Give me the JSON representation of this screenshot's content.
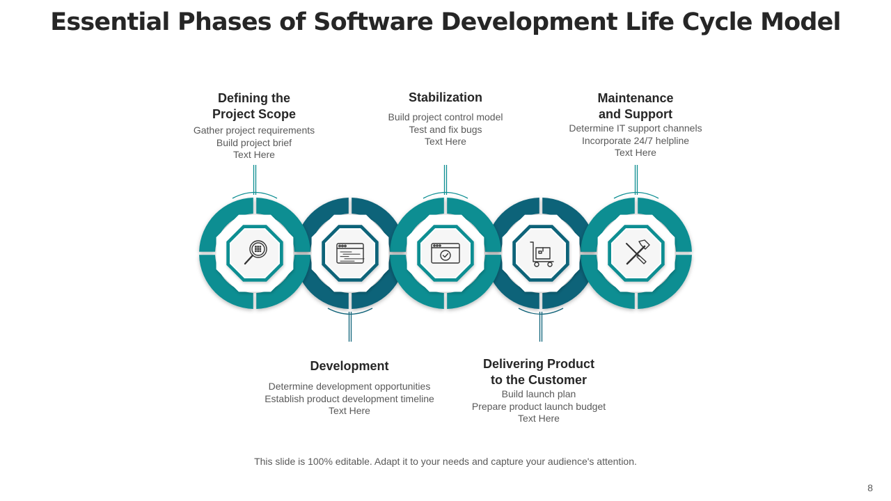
{
  "title": "Essential Phases of Software Development Life Cycle Model",
  "colors": {
    "teal": "#0e8e92",
    "navy": "#0e6379",
    "text_dark": "#262626",
    "text_gray": "#595959"
  },
  "phases": [
    {
      "heading": [
        "Defining the",
        "Project Scope"
      ],
      "lines": [
        "Gather project requirements",
        "Build project brief",
        "Text Here"
      ],
      "icon": "magnifier-icon",
      "position": "top",
      "color": "teal"
    },
    {
      "heading": [
        "Development"
      ],
      "lines": [
        "Determine development opportunities",
        "Establish product development timeline",
        "Text Here"
      ],
      "icon": "code-window-icon",
      "position": "bottom",
      "color": "navy"
    },
    {
      "heading": [
        "Stabilization"
      ],
      "lines": [
        "Build project control model",
        "Test and fix bugs",
        "Text Here"
      ],
      "icon": "check-window-icon",
      "position": "top",
      "color": "teal"
    },
    {
      "heading": [
        "Delivering Product",
        "to the Customer"
      ],
      "lines": [
        "Build launch plan",
        "Prepare product launch budget",
        "Text Here"
      ],
      "icon": "hand-truck-icon",
      "position": "bottom",
      "color": "navy"
    },
    {
      "heading": [
        "Maintenance",
        "and Support"
      ],
      "lines": [
        "Determine IT support channels",
        "Incorporate 24/7 helpline",
        "Text Here"
      ],
      "icon": "tools-icon",
      "position": "top",
      "color": "teal"
    }
  ],
  "footer": "This slide is 100% editable. Adapt it to your needs and capture your audience's attention.",
  "page_number": "8"
}
